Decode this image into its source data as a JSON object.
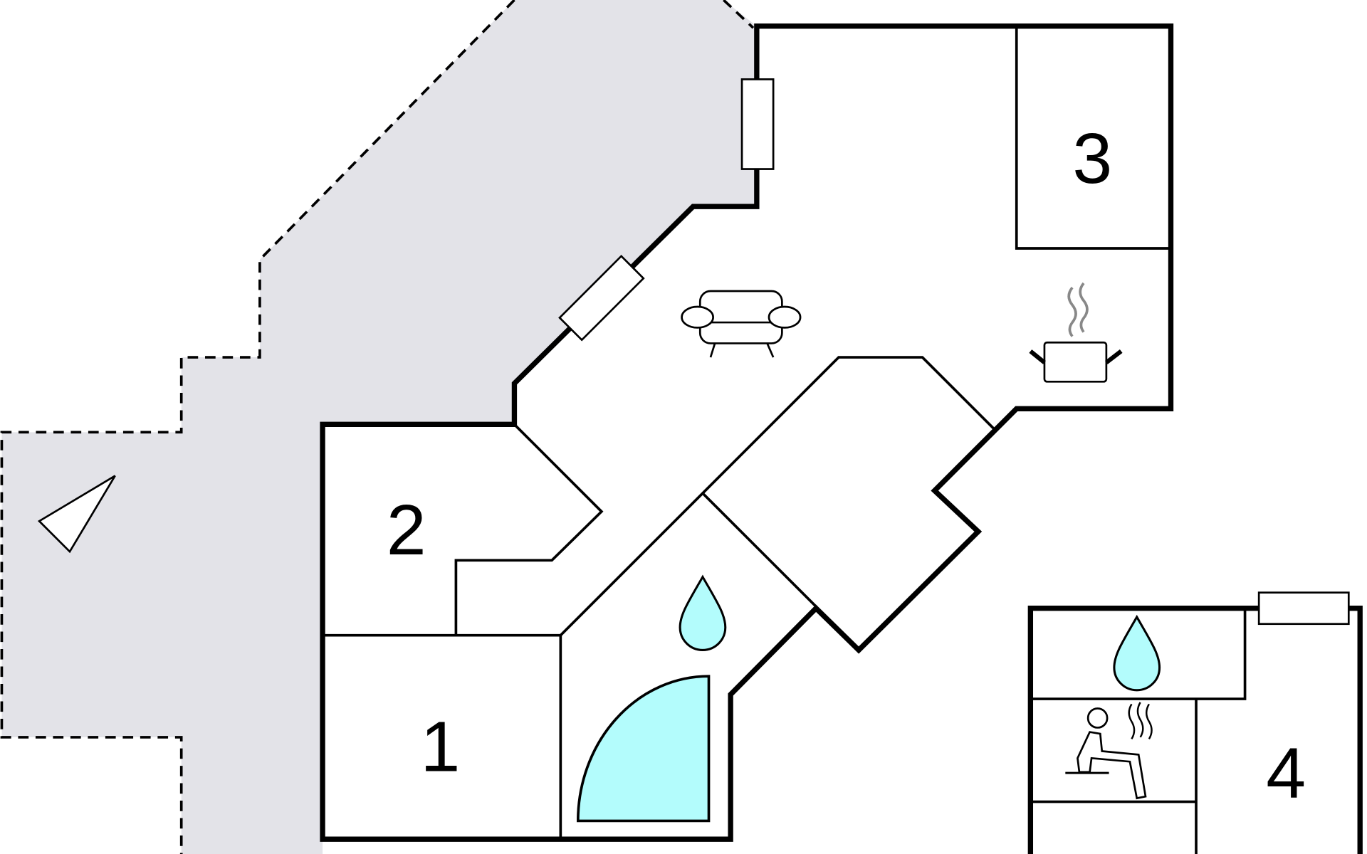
{
  "plan": {
    "rooms": [
      {
        "label": "1"
      },
      {
        "label": "2"
      },
      {
        "label": "3"
      },
      {
        "label": "4"
      }
    ],
    "icons": [
      "compass-north-arrow-icon",
      "sofa-icon",
      "cooking-pot-icon",
      "water-drop-icon",
      "shower-icon",
      "sauna-icon",
      "window-icon"
    ],
    "colors": {
      "terrace": "#e3e3e8",
      "water": "#b3fcfc",
      "wall": "#000000"
    }
  }
}
